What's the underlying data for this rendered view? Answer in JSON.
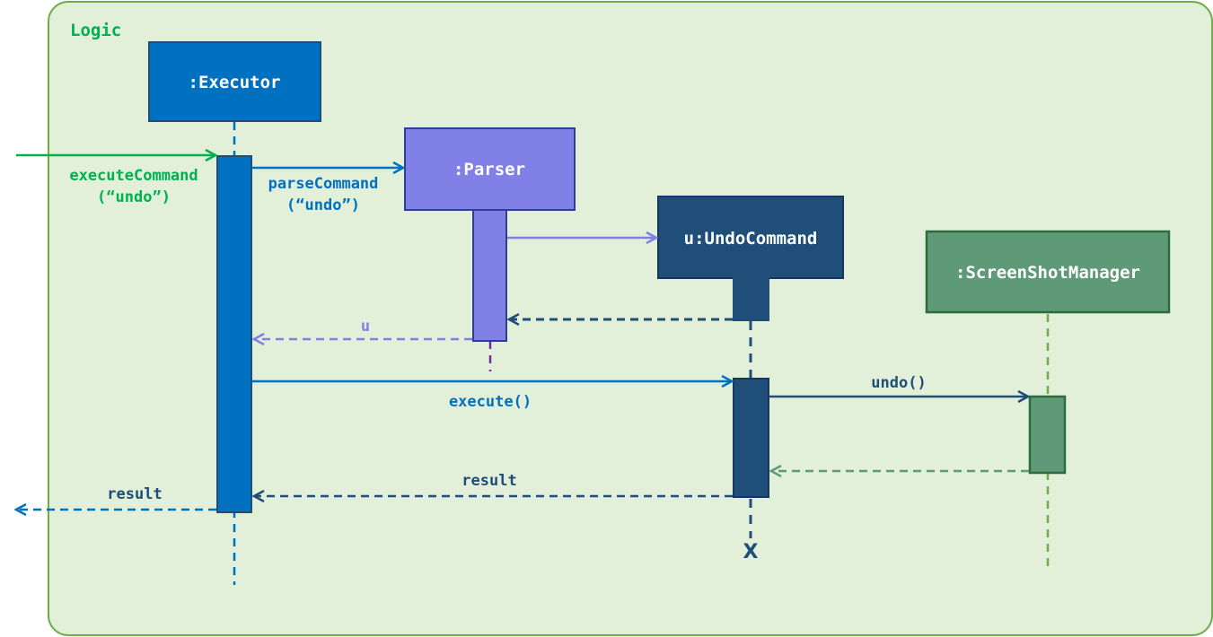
{
  "frame": {
    "title": "Logic"
  },
  "participants": {
    "executor": {
      "label": ":Executor"
    },
    "parser": {
      "label": ":Parser"
    },
    "undo_command": {
      "label": "u:UndoCommand"
    },
    "screenshot_manager": {
      "label": ":ScreenShotManager"
    }
  },
  "messages": {
    "execute_command_line1": "executeCommand",
    "execute_command_line2": "(“undo”)",
    "parse_command_line1": "parseCommand",
    "parse_command_line2": "(“undo”)",
    "return_u": "u",
    "execute": "execute()",
    "undo": "undo()",
    "return_result_undo": "result",
    "return_result_executor": "result"
  },
  "destroy_marker": "X",
  "colors": {
    "frame_fill": "#e2efd9",
    "frame_stroke": "#70ad47",
    "frame_title": "#00b050",
    "executor": "#0070c0",
    "parser": "#8080e6",
    "undo_command": "#1f4e79",
    "screenshot_manager": "#5f9a78",
    "screenshot_manager_stroke": "#2e6b3a",
    "entry_arrow": "#00b050",
    "parser_lifeline": "#7030a0",
    "screenshot_lifeline": "#70ad47"
  }
}
